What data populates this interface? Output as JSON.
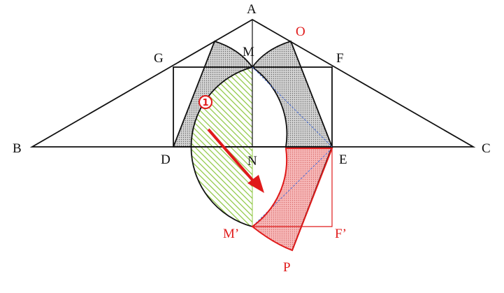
{
  "diagram": {
    "points": {
      "A": "A",
      "B": "B",
      "C": "C",
      "D": "D",
      "E": "E",
      "F": "F",
      "G": "G",
      "M": "M",
      "N": "N",
      "O": "O",
      "P": "P",
      "M_prime": "M’",
      "F_prime": "F’"
    },
    "step_marker": "1",
    "colors": {
      "lines": "#111111",
      "highlight": "#e01b1b",
      "gray_fill": "#c9c9c9",
      "green_hatch": "#8cc63f",
      "red_fill": "#f4a9a9",
      "diagonal_blue": "#4a6fd8"
    }
  }
}
